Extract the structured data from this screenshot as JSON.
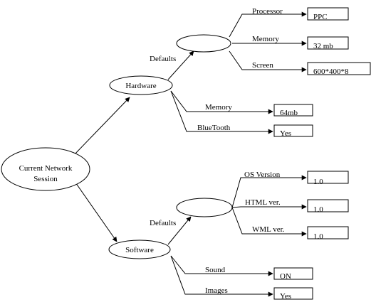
{
  "nodes": {
    "root": {
      "label_line1": "Current Network",
      "label_line2": "Session"
    },
    "hardware": {
      "label": "Hardware"
    },
    "hardware_defaults": {
      "label": ""
    },
    "software": {
      "label": "Software"
    },
    "software_defaults": {
      "label": ""
    }
  },
  "edge_labels": {
    "hardware_defaults": "Defaults",
    "software_defaults": "Defaults",
    "processor": "Processor",
    "hw_defaults_memory": "Memory",
    "screen": "Screen",
    "hardware_memory": "Memory",
    "bluetooth": "BlueTooth",
    "os_version": "OS Version",
    "html_ver": "HTML ver.",
    "wml_ver": "WML ver.",
    "sound": "Sound",
    "images": "Images"
  },
  "values": {
    "processor": "PPC",
    "hw_defaults_memory": "32 mb",
    "screen": "600*400*8",
    "hardware_memory": "64mb",
    "bluetooth": "Yes",
    "os_version": "1.0",
    "html_ver": "1.0",
    "wml_ver": "1.0",
    "sound": "ON",
    "images": "Yes"
  }
}
